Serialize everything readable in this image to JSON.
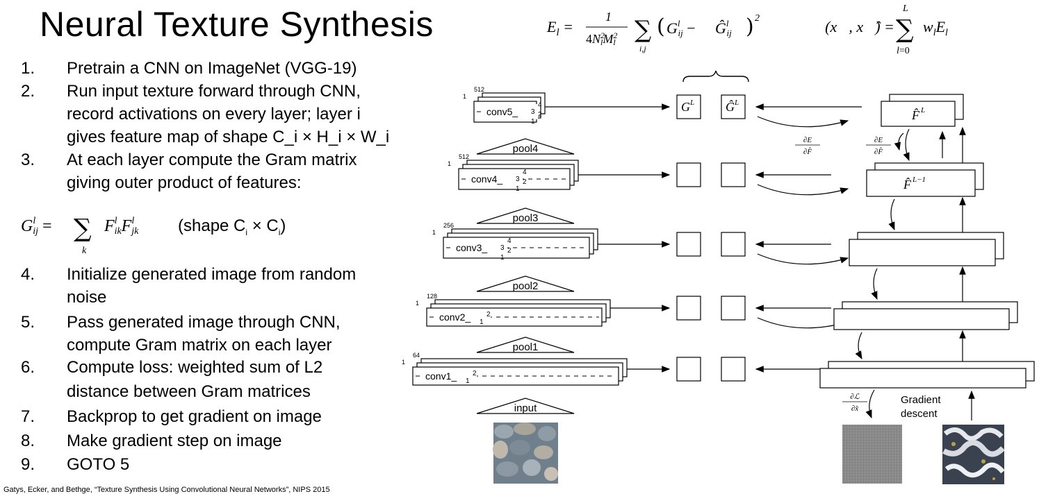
{
  "title": "Neural Texture Synthesis",
  "equations": {
    "energy": "E_l = 1/(4 N_l^2 M_l^2) Σ_{i,j} (G^l_ij − Ĝ^l_ij)^2",
    "loss": "L(x, x̂) = Σ_{l=0}^{L} w_l E_l",
    "gram": "G^l_ij = Σ_k F^l_ik F^l_jk",
    "gram_shape": "(shape C_i × C_i)"
  },
  "steps": [
    {
      "num": "1.",
      "lines": [
        "Pretrain a CNN on ImageNet (VGG-19)"
      ]
    },
    {
      "num": "2.",
      "lines": [
        "Run input texture forward through CNN,",
        "record activations on every layer; layer i",
        "gives feature map of shape C_i × H_i × W_i"
      ]
    },
    {
      "num": "3.",
      "lines": [
        "At each layer compute the Gram matrix",
        "giving outer product of features:"
      ]
    },
    {
      "num": "4.",
      "lines": [
        "Initialize generated image from random",
        "noise"
      ]
    },
    {
      "num": "5.",
      "lines": [
        "Pass generated image through CNN,",
        "compute Gram matrix on each layer"
      ]
    },
    {
      "num": "6.",
      "lines": [
        "Compute loss: weighted sum of L2",
        "distance between Gram matrices"
      ]
    },
    {
      "num": "7.",
      "lines": [
        "Backprop to get gradient on image"
      ]
    },
    {
      "num": "8.",
      "lines": [
        "Make gradient step on image"
      ]
    },
    {
      "num": "9.",
      "lines": [
        "GOTO 5"
      ]
    }
  ],
  "citation": "Gatys, Ecker, and Bethge, “Texture Synthesis Using Convolutional Neural Networks”, NIPS 2015",
  "diagram": {
    "layers": [
      {
        "label": "conv5_",
        "sub": "1",
        "sups": [
          "4",
          "3",
          "2"
        ],
        "channels": "512",
        "pool": "pool4"
      },
      {
        "label": "conv4_",
        "sub": "1",
        "sups": [
          "4",
          "3",
          "2"
        ],
        "channels": "512",
        "pool": "pool3"
      },
      {
        "label": "conv3_",
        "sub": "1",
        "sups": [
          "4",
          "3",
          "2"
        ],
        "channels": "256",
        "pool": "pool2"
      },
      {
        "label": "conv2_",
        "sub": "1",
        "sups": [
          "2"
        ],
        "channels": "128",
        "pool": "pool1"
      },
      {
        "label": "conv1_",
        "sub": "1",
        "sups": [
          "2"
        ],
        "channels": "64",
        "pool": "input"
      }
    ],
    "gram_labels": [
      "G^L",
      "Ĝ^L"
    ],
    "feature_labels": [
      "F̂^L",
      "F̂^{L−1}"
    ],
    "grad_labels": [
      "∂E_L/∂F̂^L",
      "∂E_L/∂F̂^{L−1}",
      "∂L/∂x̂"
    ],
    "gradient_descent": [
      "Gradient",
      "descent"
    ]
  }
}
